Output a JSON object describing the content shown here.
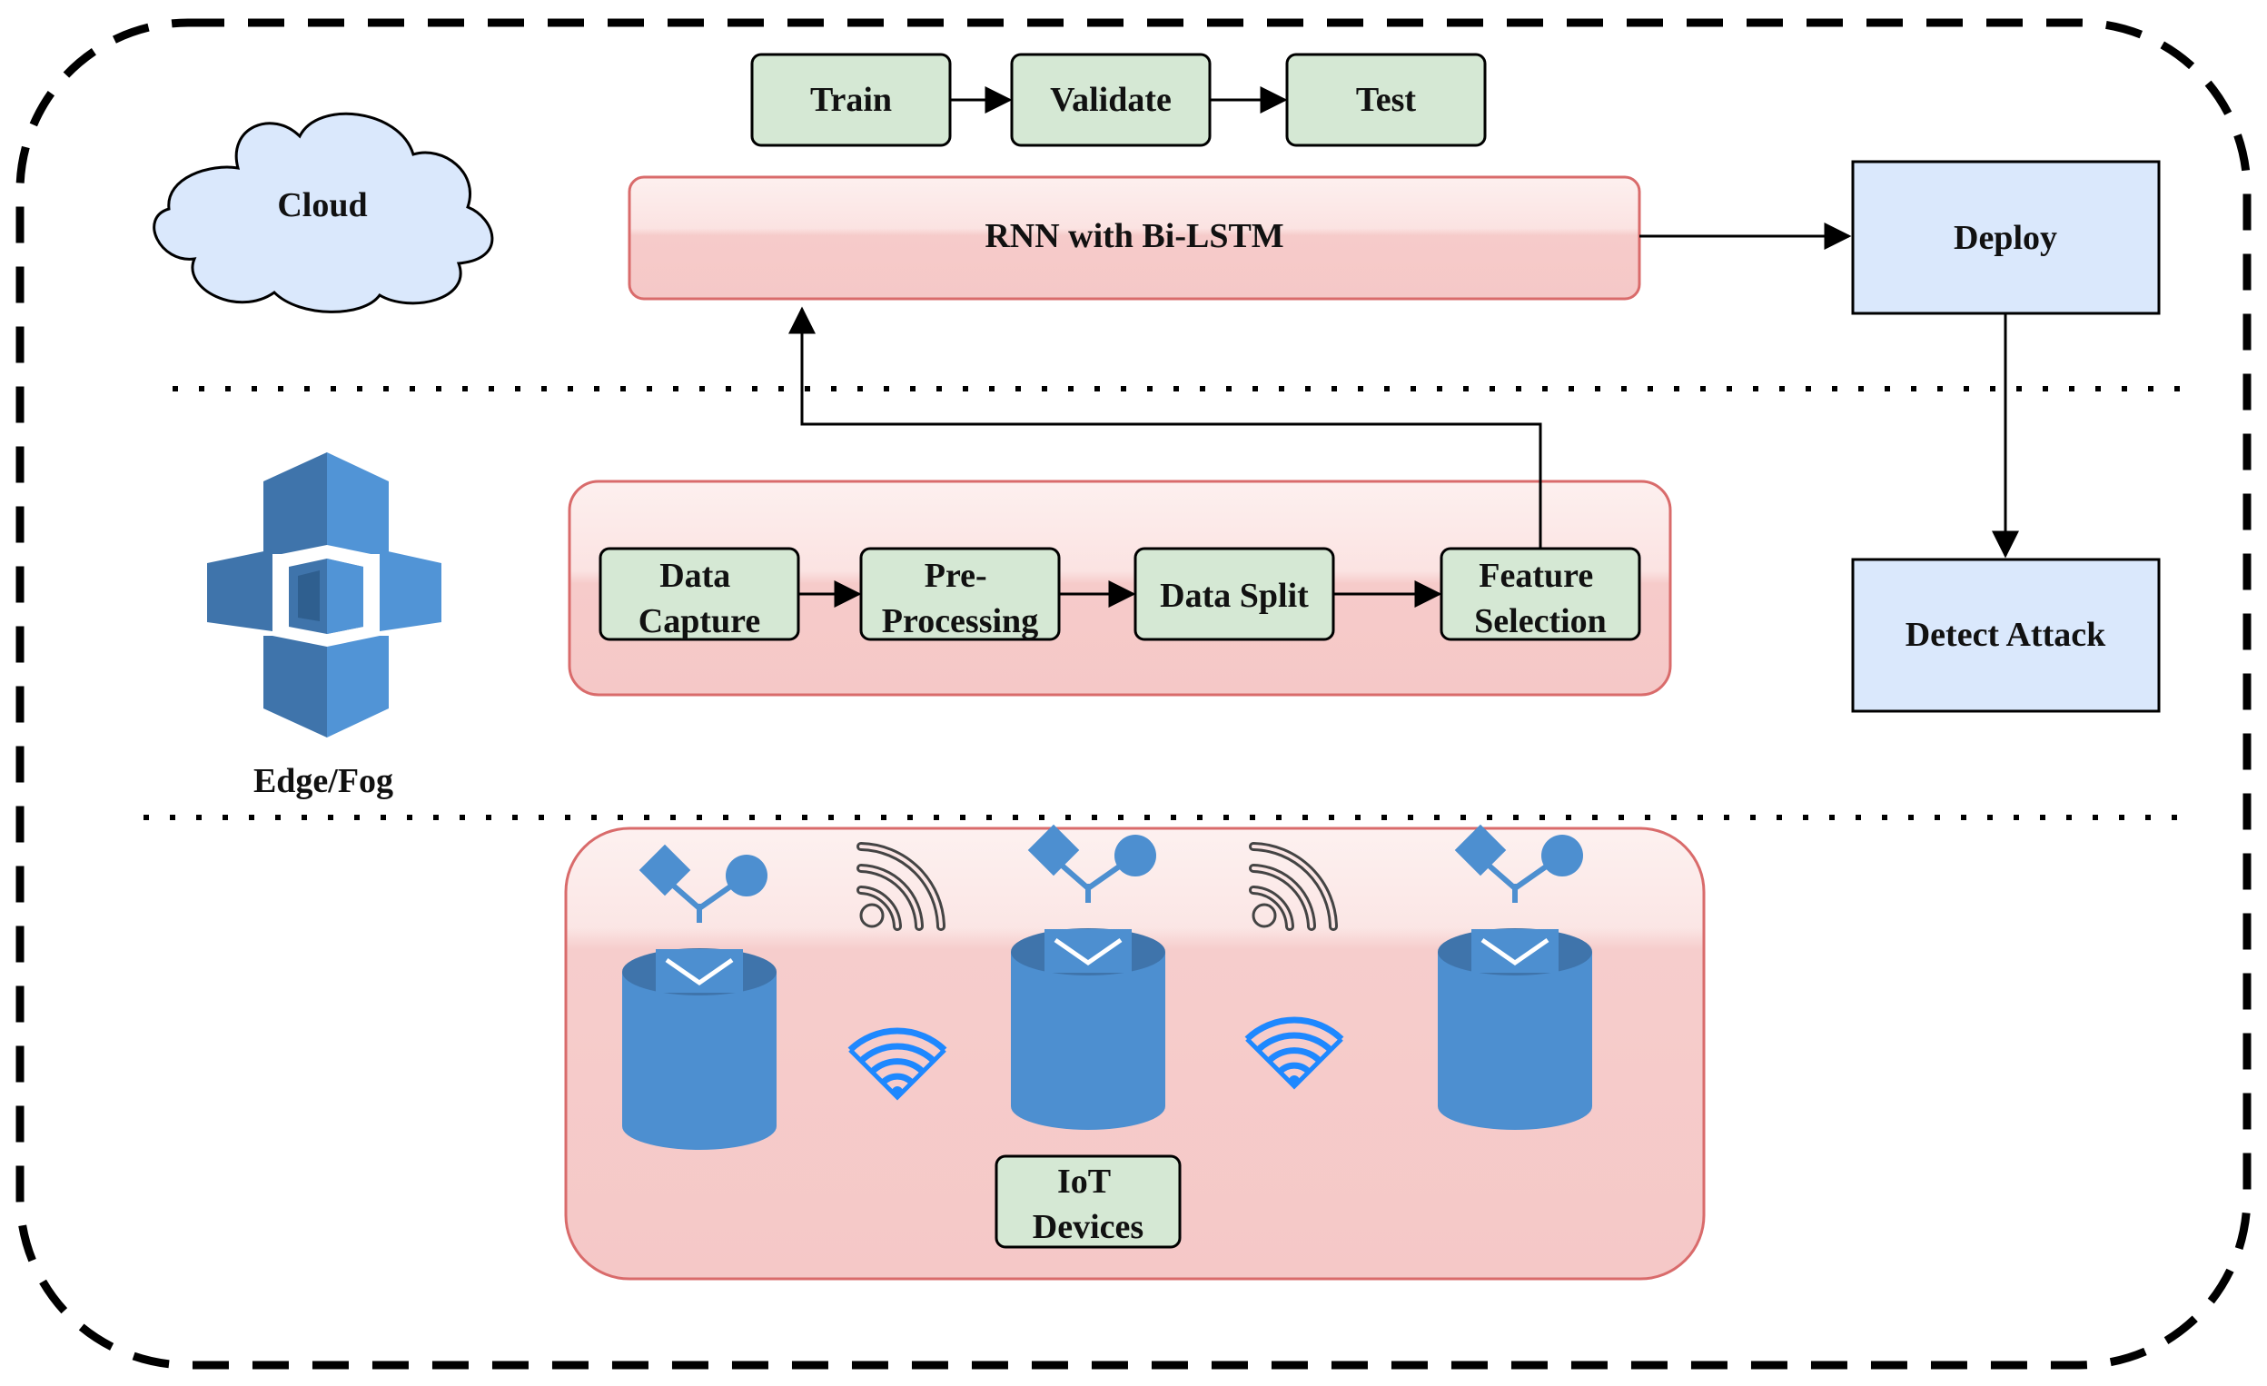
{
  "layers": {
    "cloud": "Cloud",
    "edge_fog": "Edge/Fog"
  },
  "training": {
    "train": "Train",
    "validate": "Validate",
    "test": "Test"
  },
  "model": {
    "label": "RNN with Bi-LSTM"
  },
  "deploy": {
    "deploy": "Deploy",
    "detect_attack": "Detect Attack"
  },
  "pipeline": {
    "data_capture": [
      "Data",
      "Capture"
    ],
    "pre_processing": [
      "Pre-",
      "Processing"
    ],
    "data_split": "Data Split",
    "feature_selection": [
      "Feature",
      "Selection"
    ]
  },
  "iot": {
    "label": [
      "IoT",
      "Devices"
    ]
  },
  "icons": {
    "cloud": "cloud-icon",
    "edge": "aws-availability-zone-icon",
    "iot_device": "iot-sensor-database-icon",
    "signal": "signal-wave-icon",
    "wifi": "wifi-icon"
  },
  "colors": {
    "green_fill": "#d5e8d4",
    "red_fill": "#f8cecc",
    "blue_fill": "#dae8fc",
    "aws_blue": "#4d8fd0",
    "wifi_blue": "#1e88ff"
  }
}
